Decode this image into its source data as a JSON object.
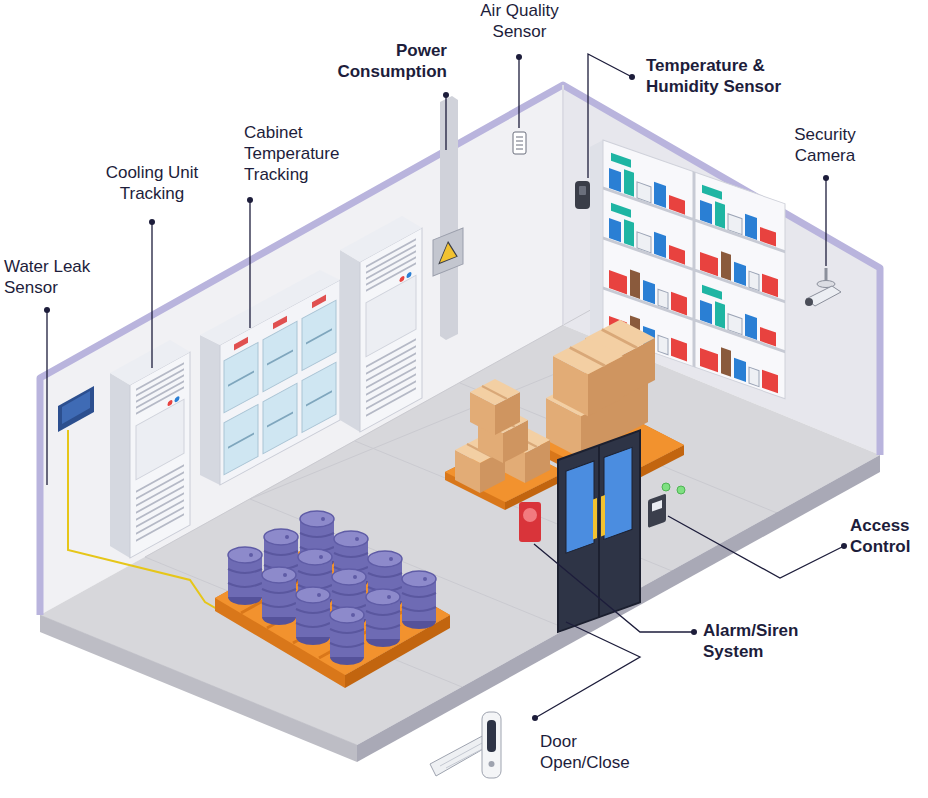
{
  "diagram": {
    "labels": [
      "Air Quality Sensor",
      "Power Consumption",
      "Temperature & Humidity Sensor",
      "Cabinet Temperature Tracking",
      "Security Camera",
      "Cooling Unit Tracking",
      "Water Leak Sensor",
      "Access Control",
      "Alarm/Siren System",
      "Door Open/Close"
    ]
  }
}
